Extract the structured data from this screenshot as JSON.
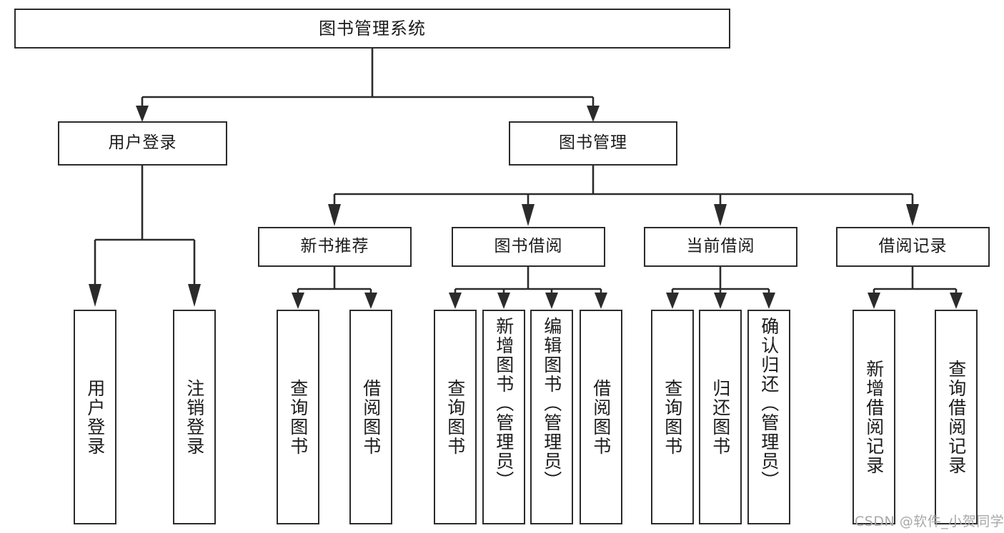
{
  "diagram": {
    "type": "tree",
    "title": "图书管理系统",
    "watermark": "CSDN @软件_小贺同学",
    "colors": {
      "stroke": "#2b2b2b",
      "fill": "#ffffff",
      "text": "#1b1b1b",
      "watermark": "#a8a8a8"
    },
    "nodes": {
      "root": {
        "label": "图书管理系统"
      },
      "level2": [
        {
          "id": "user-login",
          "label": "用户登录"
        },
        {
          "id": "book-manage",
          "label": "图书管理"
        }
      ],
      "level3": [
        {
          "id": "new-book-rec",
          "label": "新书推荐"
        },
        {
          "id": "book-borrow",
          "label": "图书借阅"
        },
        {
          "id": "current-borrow",
          "label": "当前借阅"
        },
        {
          "id": "borrow-record",
          "label": "借阅记录"
        }
      ],
      "leaves": [
        {
          "id": "leaf-user-login",
          "label": "用户登录",
          "parent": "user-login"
        },
        {
          "id": "leaf-user-logout",
          "label": "注销登录",
          "parent": "user-login"
        },
        {
          "id": "leaf-query-book-1",
          "label": "查询图书",
          "parent": "new-book-rec"
        },
        {
          "id": "leaf-borrow-book-1",
          "label": "借阅图书",
          "parent": "new-book-rec"
        },
        {
          "id": "leaf-query-book-2",
          "label": "查询图书",
          "parent": "book-borrow"
        },
        {
          "id": "leaf-add-book",
          "label": "新增图书（管理员）",
          "parent": "book-borrow"
        },
        {
          "id": "leaf-edit-book",
          "label": "编辑图书（管理员）",
          "parent": "book-borrow"
        },
        {
          "id": "leaf-borrow-book-2",
          "label": "借阅图书",
          "parent": "book-borrow"
        },
        {
          "id": "leaf-query-book-3",
          "label": "查询图书",
          "parent": "current-borrow"
        },
        {
          "id": "leaf-return-book",
          "label": "归还图书",
          "parent": "current-borrow"
        },
        {
          "id": "leaf-confirm-return",
          "label": "确认归还（管理员）",
          "parent": "current-borrow"
        },
        {
          "id": "leaf-add-record",
          "label": "新增借阅记录",
          "parent": "borrow-record"
        },
        {
          "id": "leaf-query-record",
          "label": "查询借阅记录",
          "parent": "borrow-record"
        }
      ]
    }
  }
}
